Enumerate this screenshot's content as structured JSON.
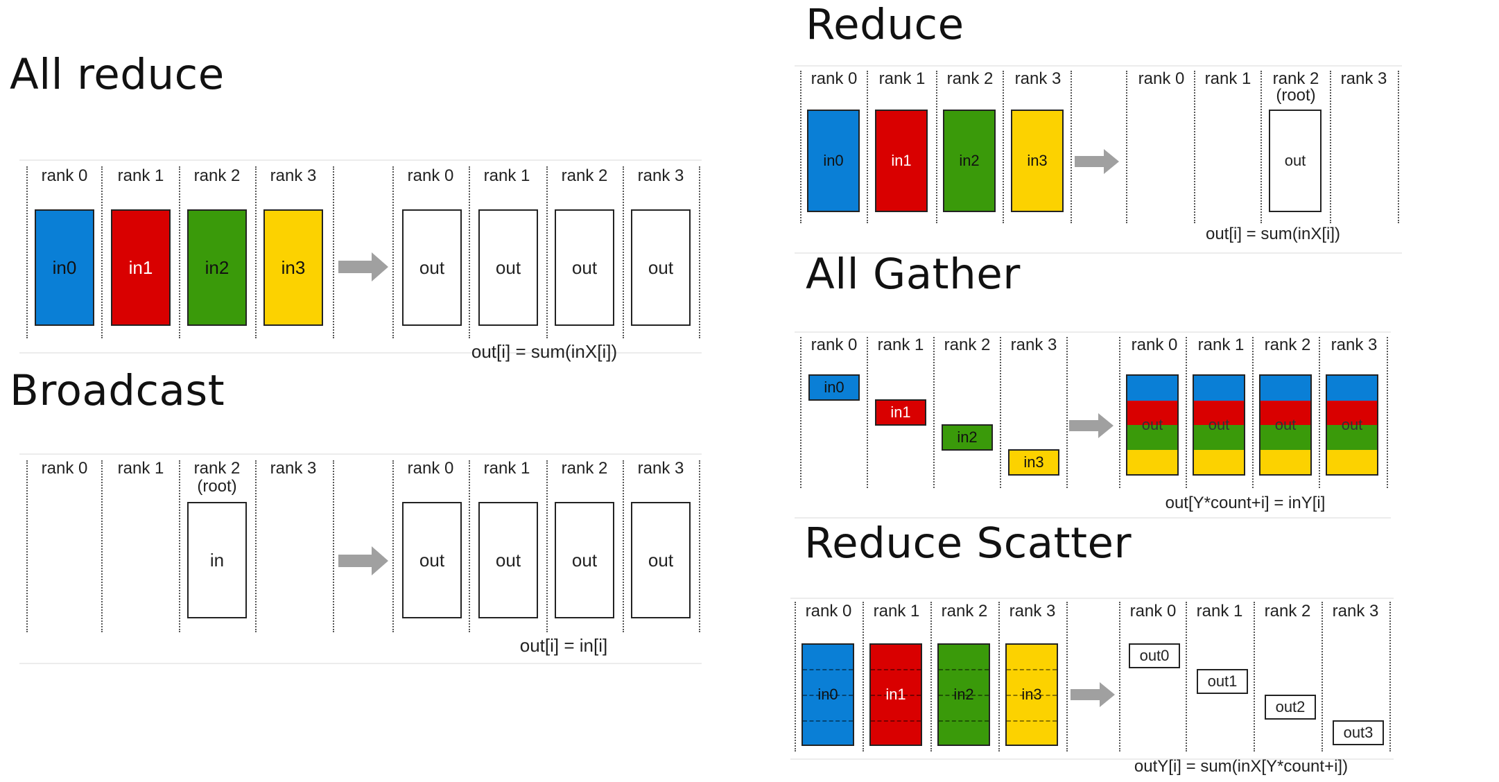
{
  "colors": {
    "in0": "#0a7fd6",
    "in1": "#d90000",
    "in2": "#3a9a0a",
    "in3": "#fcd200",
    "arrow": "#a0a0a0"
  },
  "sections": {
    "all_reduce": {
      "title": "All reduce",
      "left_ranks": [
        "rank 0",
        "rank 1",
        "rank 2",
        "rank 3"
      ],
      "right_ranks": [
        "rank 0",
        "rank 1",
        "rank 2",
        "rank 3"
      ],
      "inputs": [
        "in0",
        "in1",
        "in2",
        "in3"
      ],
      "outputs": [
        "out",
        "out",
        "out",
        "out"
      ],
      "formula": "out[i] = sum(inX[i])"
    },
    "broadcast": {
      "title": "Broadcast",
      "left_ranks": [
        "rank 0",
        "rank 1",
        "rank 2",
        "rank 3"
      ],
      "root_note": "(root)",
      "right_ranks": [
        "rank 0",
        "rank 1",
        "rank 2",
        "rank 3"
      ],
      "input": "in",
      "outputs": [
        "out",
        "out",
        "out",
        "out"
      ],
      "formula": "out[i] = in[i]"
    },
    "reduce": {
      "title": "Reduce",
      "left_ranks": [
        "rank 0",
        "rank 1",
        "rank 2",
        "rank 3"
      ],
      "right_ranks": [
        "rank 0",
        "rank 1",
        "rank 2",
        "rank 3"
      ],
      "root_note": "(root)",
      "inputs": [
        "in0",
        "in1",
        "in2",
        "in3"
      ],
      "output": "out",
      "formula": "out[i] = sum(inX[i])"
    },
    "all_gather": {
      "title": "All Gather",
      "left_ranks": [
        "rank 0",
        "rank 1",
        "rank 2",
        "rank 3"
      ],
      "right_ranks": [
        "rank 0",
        "rank 1",
        "rank 2",
        "rank 3"
      ],
      "inputs": [
        "in0",
        "in1",
        "in2",
        "in3"
      ],
      "outputs": [
        "out",
        "out",
        "out",
        "out"
      ],
      "formula": "out[Y*count+i] = inY[i]"
    },
    "reduce_scatter": {
      "title": "Reduce Scatter",
      "left_ranks": [
        "rank 0",
        "rank 1",
        "rank 2",
        "rank 3"
      ],
      "right_ranks": [
        "rank 0",
        "rank 1",
        "rank 2",
        "rank 3"
      ],
      "inputs": [
        "in0",
        "in1",
        "in2",
        "in3"
      ],
      "outputs": [
        "out0",
        "out1",
        "out2",
        "out3"
      ],
      "formula": "outY[i] = sum(inX[Y*count+i])"
    }
  }
}
